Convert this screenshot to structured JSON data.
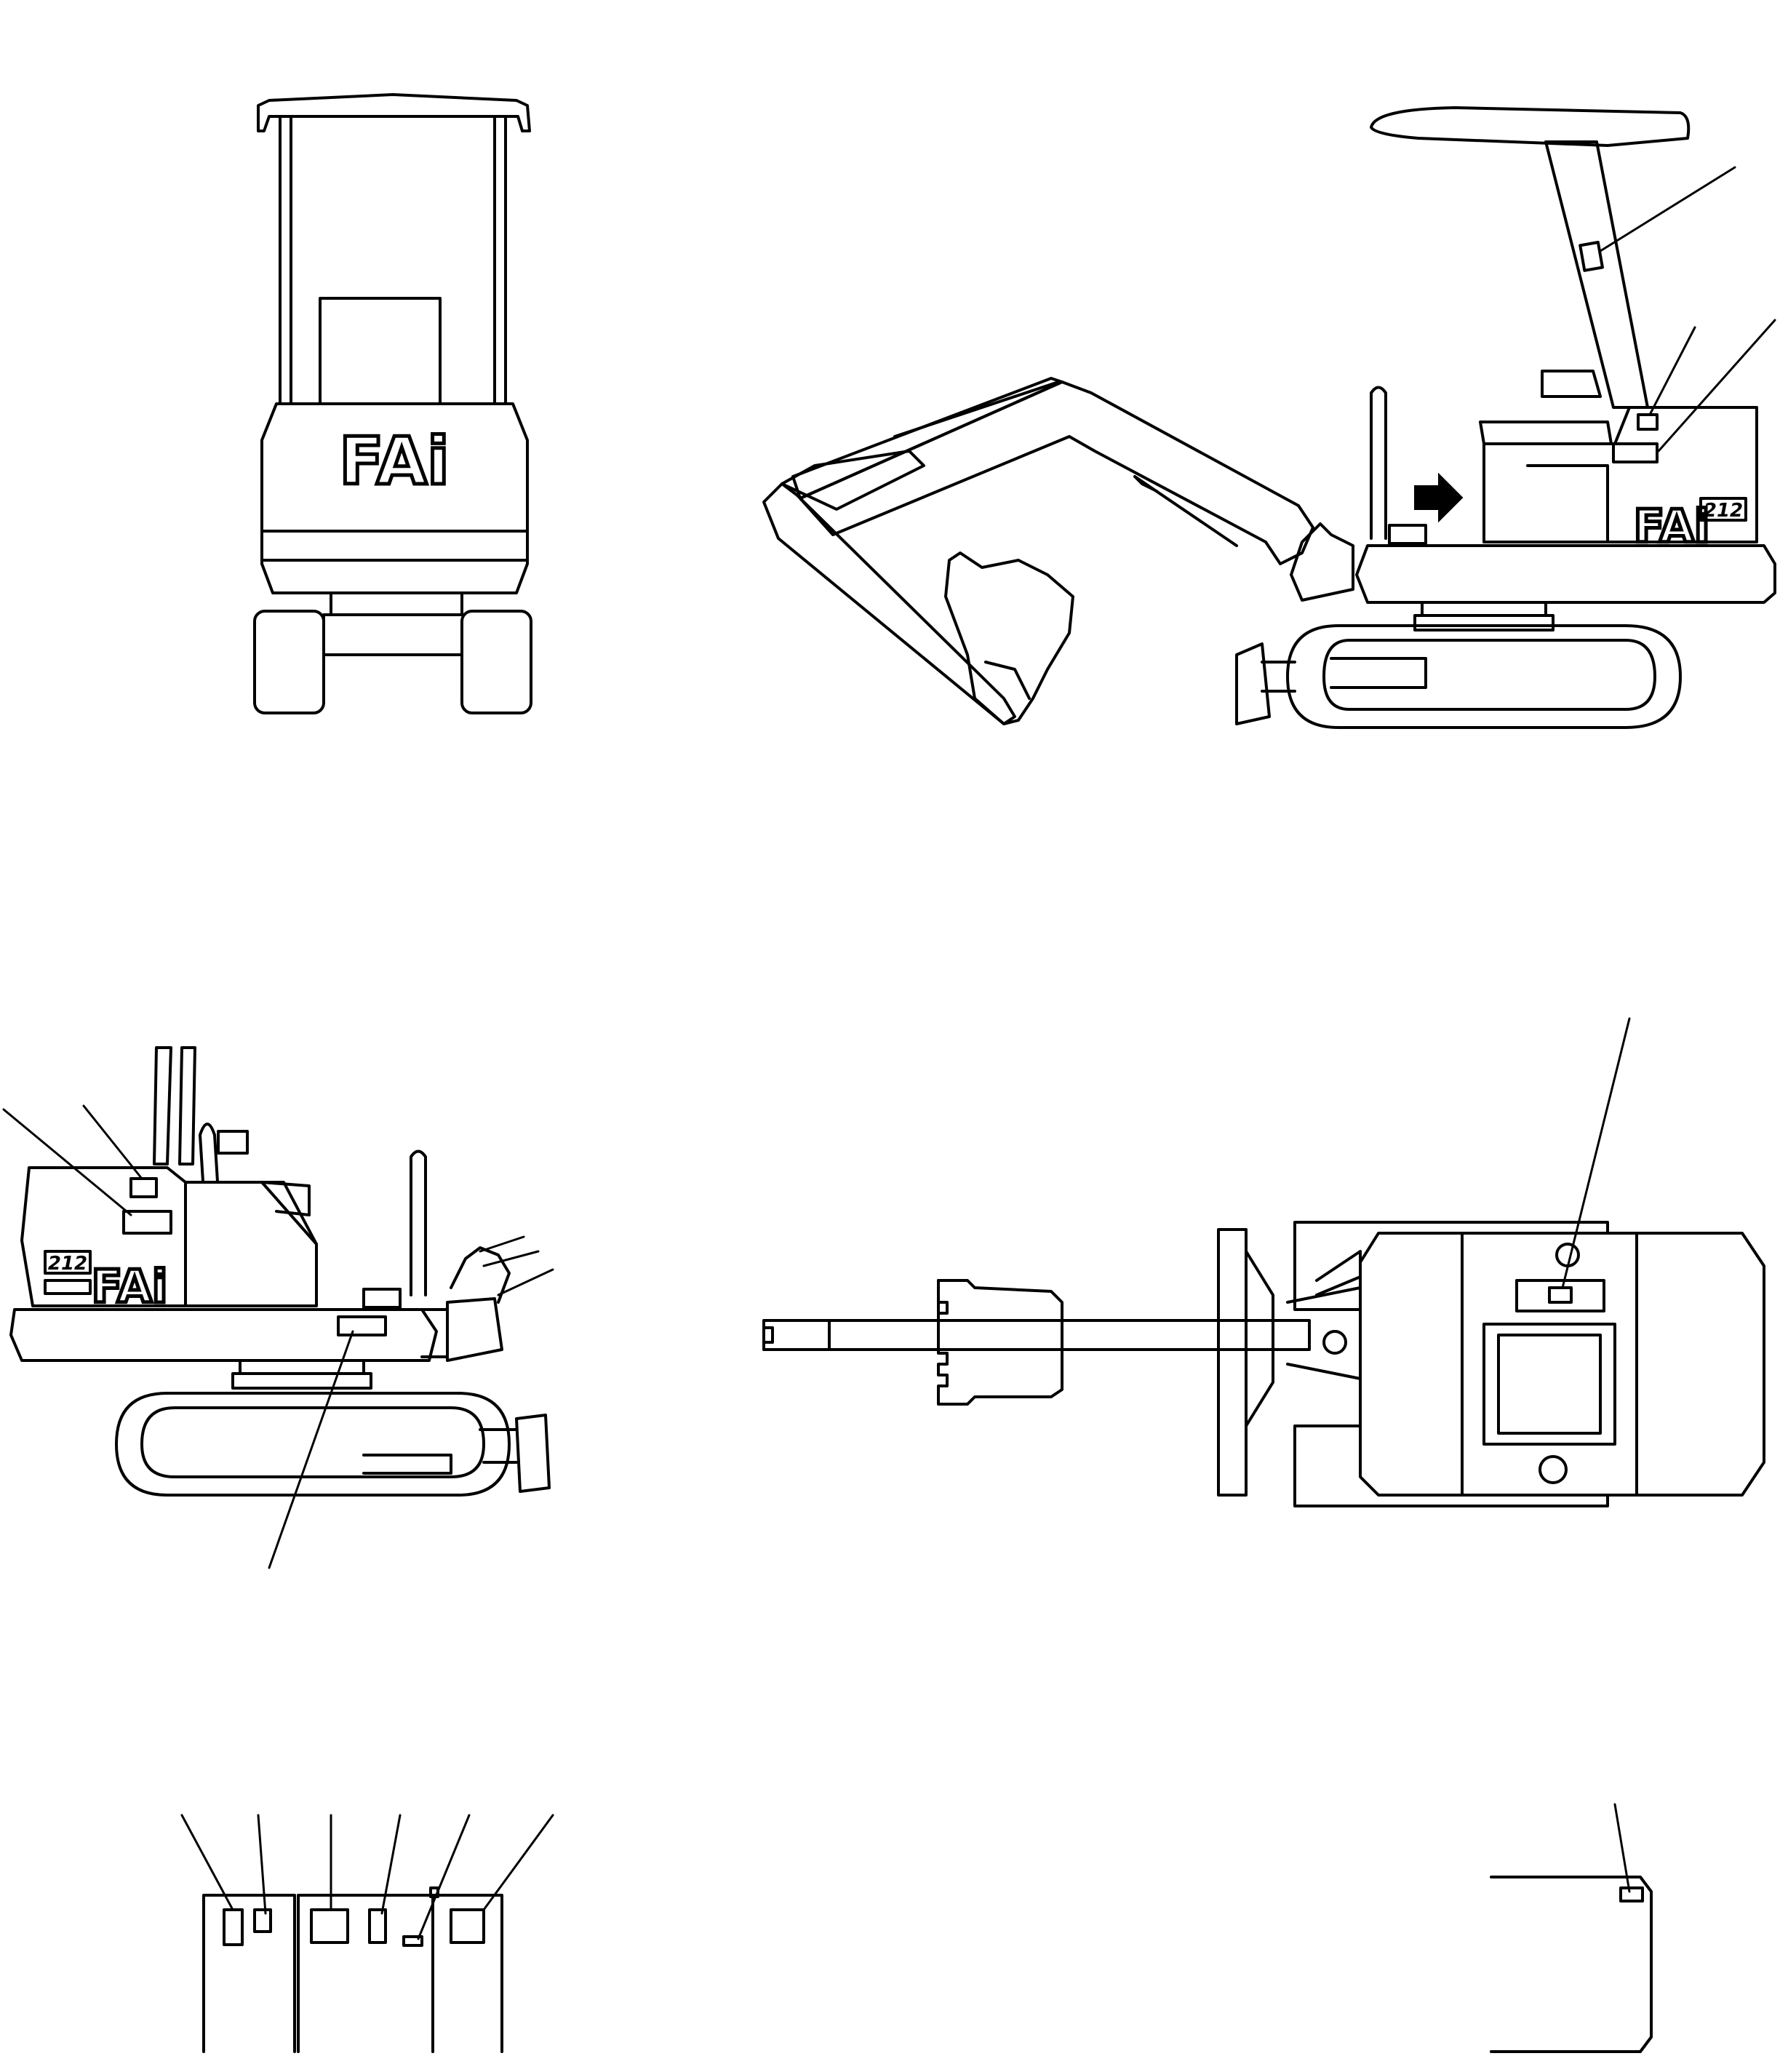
{
  "brand": {
    "logo_text": "FAi",
    "model_badge": "212"
  },
  "views": [
    {
      "id": "front",
      "logo": "FAi"
    },
    {
      "id": "right-side",
      "logo": "FAi",
      "badge": "212"
    },
    {
      "id": "left-side",
      "logo": "FAi",
      "badge": "212"
    },
    {
      "id": "top"
    },
    {
      "id": "decal-strip"
    },
    {
      "id": "rear-corner"
    }
  ],
  "colors": {
    "line": "#000000",
    "background": "#ffffff"
  }
}
